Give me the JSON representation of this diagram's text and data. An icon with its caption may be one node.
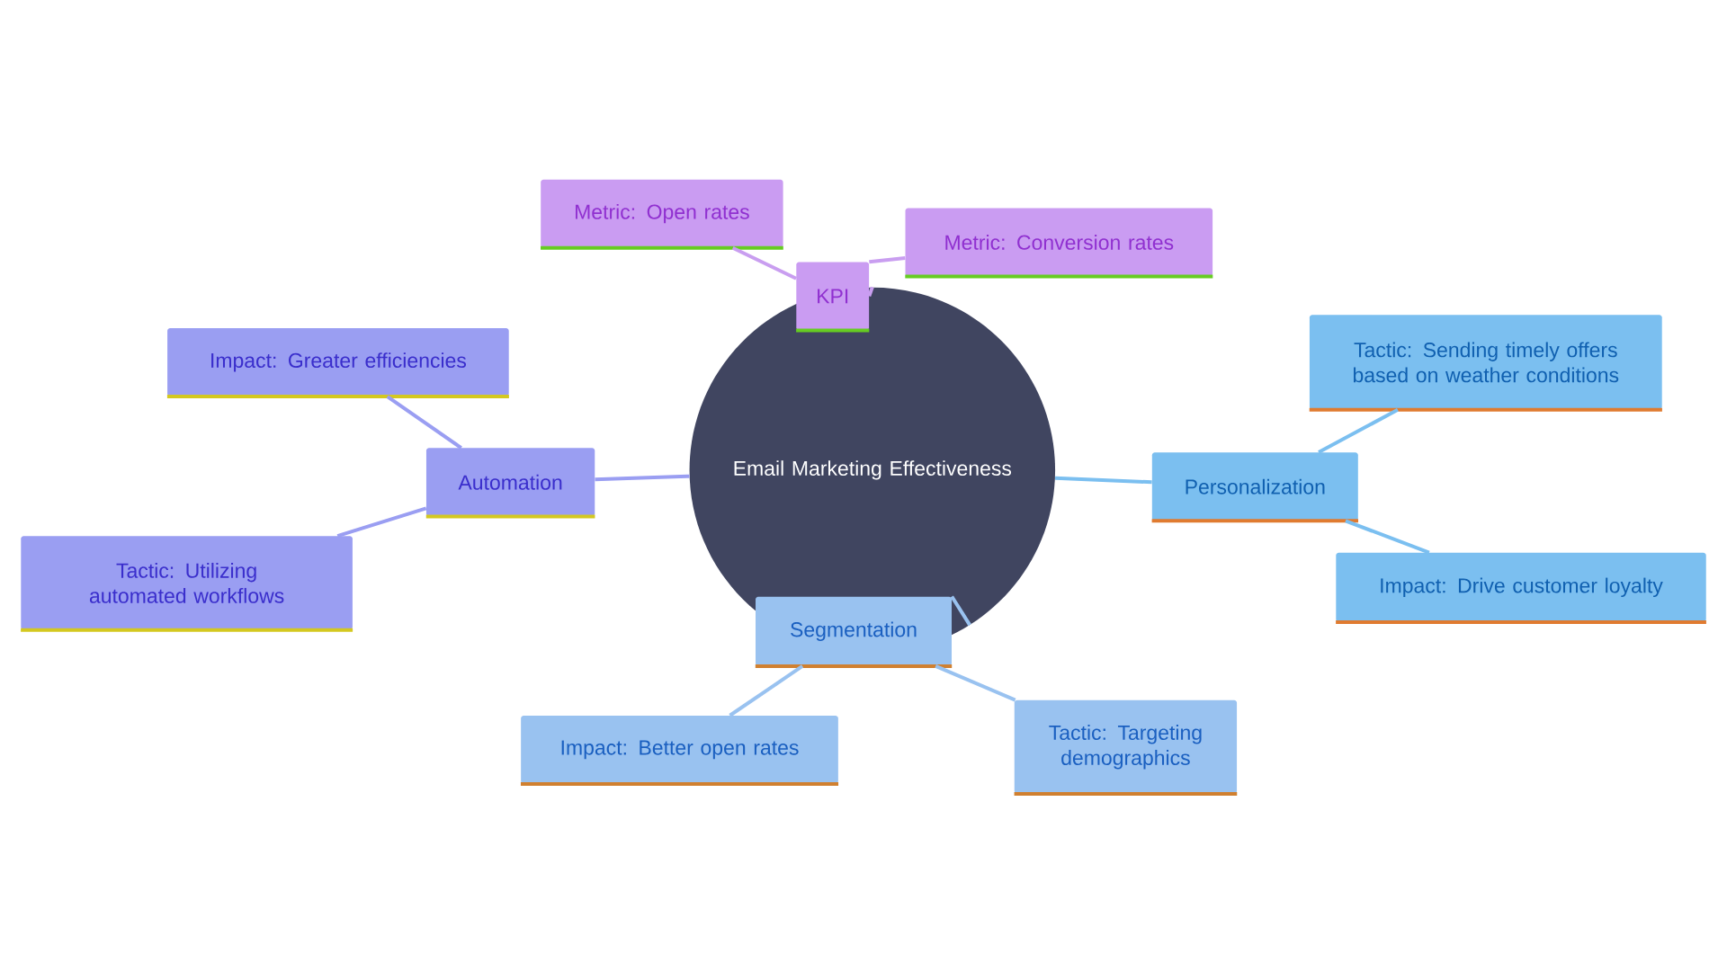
{
  "diagram": {
    "nodes": [
      {
        "text": [
          "Email Marketing Effectiveness"
        ]
      },
      {
        "text": [
          "KPI"
        ]
      },
      {
        "text": [
          "Metric: Open rates"
        ]
      },
      {
        "text": [
          "Metric: Conversion rates"
        ]
      },
      {
        "text": [
          "Personalization"
        ]
      },
      {
        "text": [
          "Tactic: Sending timely offers based on weather conditions"
        ]
      },
      {
        "text": [
          "Impact: Drive customer loyalty"
        ]
      },
      {
        "text": [
          "Segmentation"
        ]
      },
      {
        "text": [
          "Impact: Better open rates"
        ]
      },
      {
        "text": [
          "Tactic: Targeting demographics"
        ]
      },
      {
        "text": [
          "Automation"
        ]
      },
      {
        "text": [
          "Impact: Greater efficiencies"
        ]
      },
      {
        "text": [
          "Tactic: Utilizing automated workflows"
        ]
      }
    ],
    "edges": [
      {
        "from": 0,
        "to": 1,
        "arrow": "none",
        "color": "#c99ef0"
      },
      {
        "from": 1,
        "to": 2,
        "arrow": "none",
        "color": "#c99ef0"
      },
      {
        "from": 1,
        "to": 3,
        "arrow": "none",
        "color": "#c99ef0"
      },
      {
        "from": 0,
        "to": 4,
        "arrow": "none",
        "color": "#7bbff0"
      },
      {
        "from": 4,
        "to": 5,
        "arrow": "none",
        "color": "#7bbff0"
      },
      {
        "from": 4,
        "to": 6,
        "arrow": "none",
        "color": "#7bbff0"
      },
      {
        "from": 0,
        "to": 7,
        "arrow": "none",
        "color": "#99c2f0"
      },
      {
        "from": 7,
        "to": 8,
        "arrow": "none",
        "color": "#99c2f0"
      },
      {
        "from": 7,
        "to": 9,
        "arrow": "none",
        "color": "#99c2f0"
      },
      {
        "from": 0,
        "to": 10,
        "arrow": "none",
        "color": "#9a9ef2"
      },
      {
        "from": 10,
        "to": 11,
        "arrow": "none",
        "color": "#9a9ef2"
      },
      {
        "from": 10,
        "to": 12,
        "arrow": "none",
        "color": "#9a9ef2"
      }
    ]
  }
}
